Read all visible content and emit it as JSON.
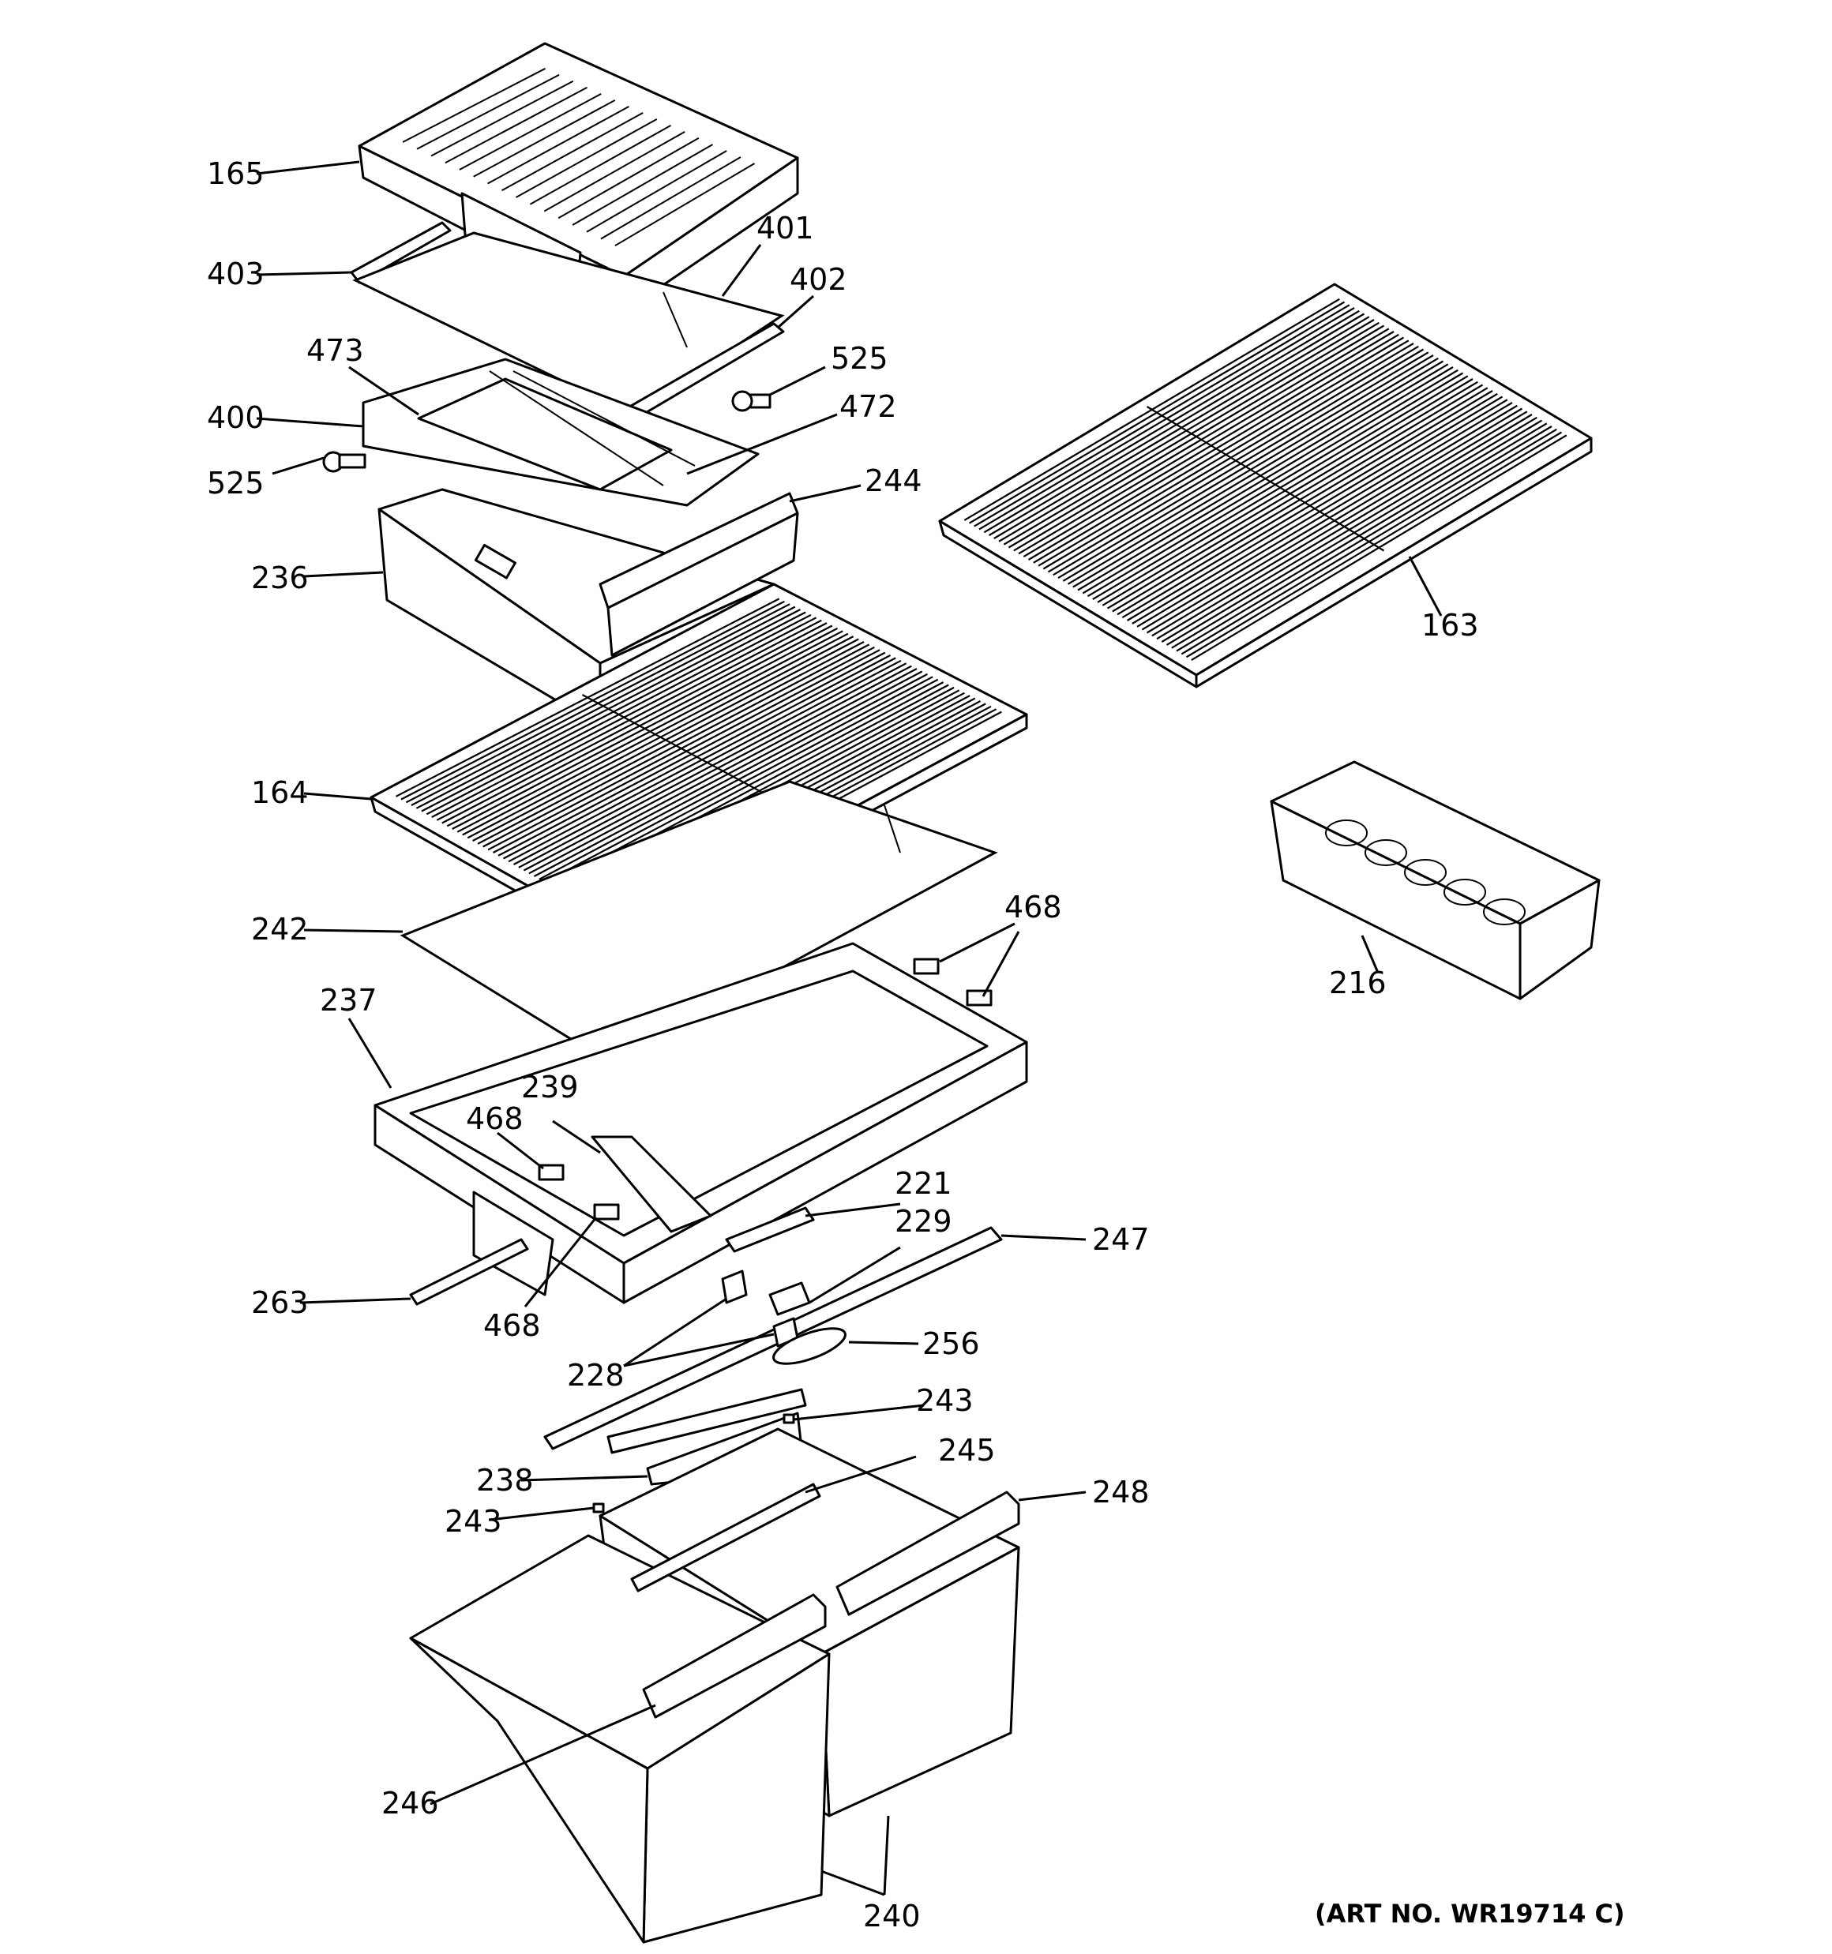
{
  "callouts": {
    "c165": "165",
    "c403": "403",
    "c401": "401",
    "c402": "402",
    "c473": "473",
    "c525a": "525",
    "c525b": "525",
    "c400": "400",
    "c472": "472",
    "c244": "244",
    "c236": "236",
    "c163": "163",
    "c164": "164",
    "c242": "242",
    "c468a": "468",
    "c468b": "468",
    "c468c": "468",
    "c237": "237",
    "c239": "239",
    "c216": "216",
    "c221": "221",
    "c229": "229",
    "c247": "247",
    "c263": "263",
    "c228": "228",
    "c256": "256",
    "c243a": "243",
    "c243b": "243",
    "c238": "238",
    "c245": "245",
    "c248": "248",
    "c246": "246",
    "c240": "240"
  },
  "art_number": "(ART NO. WR19714 C)"
}
